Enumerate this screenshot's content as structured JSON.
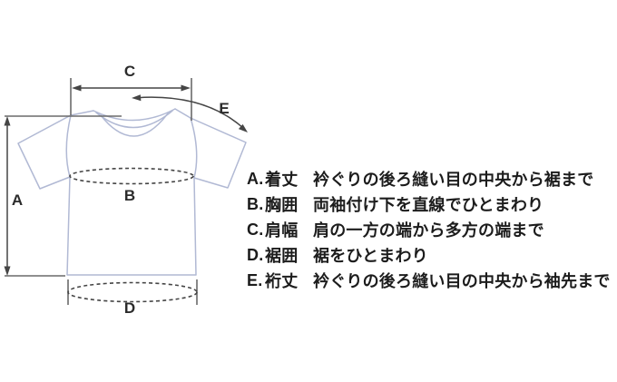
{
  "diagram": {
    "labels": {
      "a": "A",
      "b": "B",
      "c": "C",
      "d": "D",
      "e": "E"
    }
  },
  "legend": {
    "items": [
      {
        "letter": "A.",
        "term": "着丈",
        "description": "衿ぐりの後ろ縫い目の中央から裾まで"
      },
      {
        "letter": "B.",
        "term": "胸囲",
        "description": "両袖付け下を直線でひとまわり"
      },
      {
        "letter": "C.",
        "term": "肩幅",
        "description": "肩の一方の端から多方の端まで"
      },
      {
        "letter": "D.",
        "term": "裾囲",
        "description": "裾をひとまわり"
      },
      {
        "letter": "E.",
        "term": "裄丈",
        "description": "衿ぐりの後ろ縫い目の中央から袖先まで"
      }
    ]
  },
  "colors": {
    "background": "#ffffff",
    "shirt_outline": "#b1b9d4",
    "measure_dark": "#454545",
    "measure_gray": "#6a6a6a",
    "text": "#1c1c1c"
  }
}
